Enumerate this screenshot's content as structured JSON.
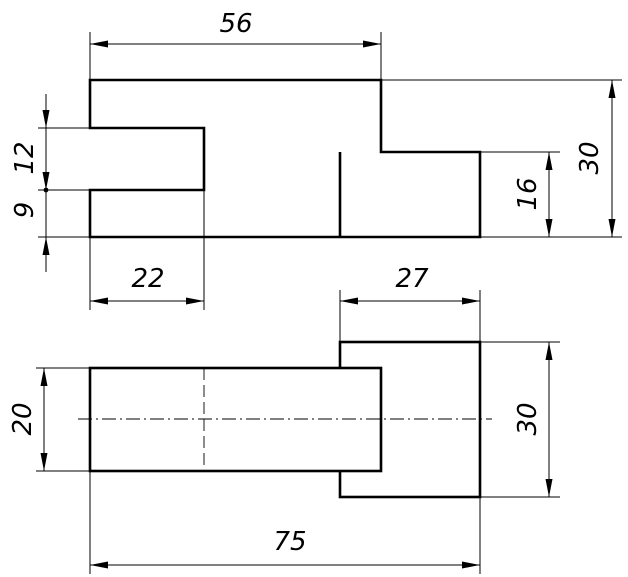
{
  "top_view": {
    "dimensions": {
      "overall_length": "56",
      "overall_height": "30",
      "slot_width": "12",
      "slot_offset": "9",
      "slot_depth": "22",
      "step_height": "16"
    }
  },
  "bottom_view": {
    "dimensions": {
      "total_length": "75",
      "block_width": "27",
      "block_height": "30",
      "bar_height": "20"
    }
  }
}
